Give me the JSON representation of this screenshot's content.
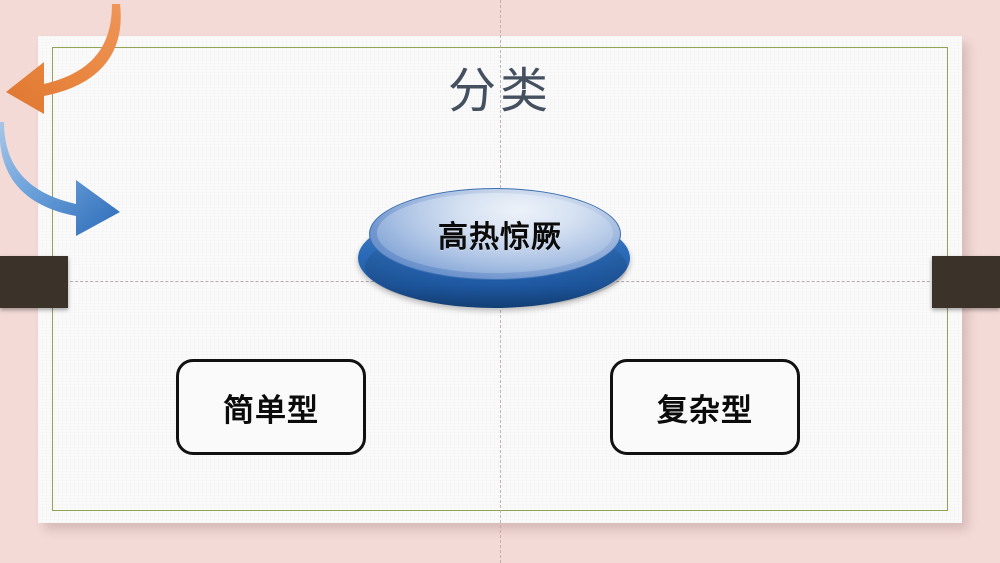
{
  "slide": {
    "title": "分类",
    "center_node": {
      "label": "高热惊厥"
    },
    "categories": [
      {
        "label": "简单型",
        "side": "left"
      },
      {
        "label": "复杂型",
        "side": "right"
      }
    ],
    "arrows": [
      {
        "name": "arrow-to-simple",
        "direction": "down-left",
        "color": "#E8853F"
      },
      {
        "name": "arrow-to-complex",
        "direction": "down-right",
        "color": "#5E99D6"
      }
    ],
    "colors": {
      "outer_frame": "#F3DAD6",
      "panel": "#FAFAFA",
      "panel_border": "#93A356",
      "title_text": "#44505F",
      "node_top": "#AEC4E5",
      "node_base": "#2C6CB8",
      "arrow_orange": "#E8853F",
      "arrow_blue": "#5E99D6",
      "box_border": "#111111",
      "side_bar": "#3B322A",
      "guide_line": "#B9A9A9"
    }
  }
}
